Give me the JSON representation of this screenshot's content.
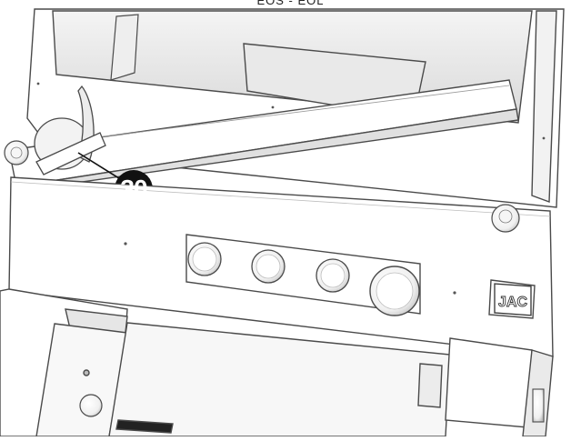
{
  "header": {
    "text": "EOS - EOL"
  },
  "callout": {
    "number": "30"
  },
  "logo": {
    "text": "JAC"
  },
  "colors": {
    "background": "#ffffff",
    "line": "#4a4a4a",
    "shade": "#e4e4e4",
    "dark": "#111111"
  }
}
